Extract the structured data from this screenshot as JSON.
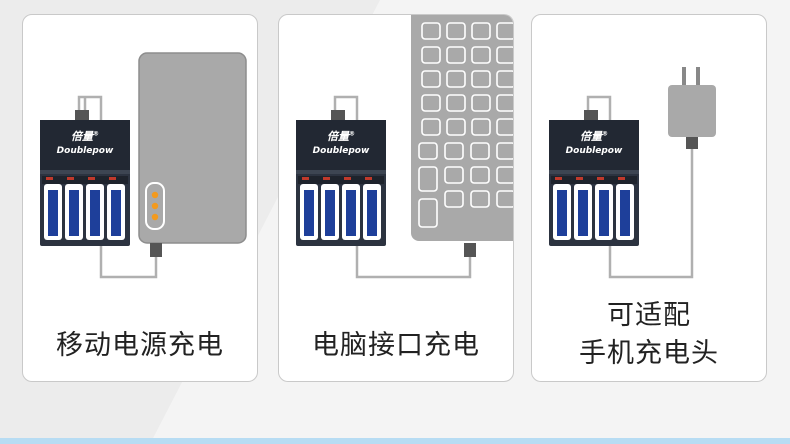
{
  "brand": {
    "cn": "倍量",
    "en": "Doublepow",
    "reg": "®"
  },
  "panels": [
    {
      "caption": "移动电源充电"
    },
    {
      "caption": "电脑接口充电"
    },
    {
      "caption_line1": "可适配",
      "caption_line2": "手机充电头"
    }
  ],
  "colors": {
    "accent_dots": "#f39a1e",
    "device_gray": "#a9a9a9",
    "charger_dark": "#2c3340",
    "battery_blue": "#1e3f9a"
  }
}
